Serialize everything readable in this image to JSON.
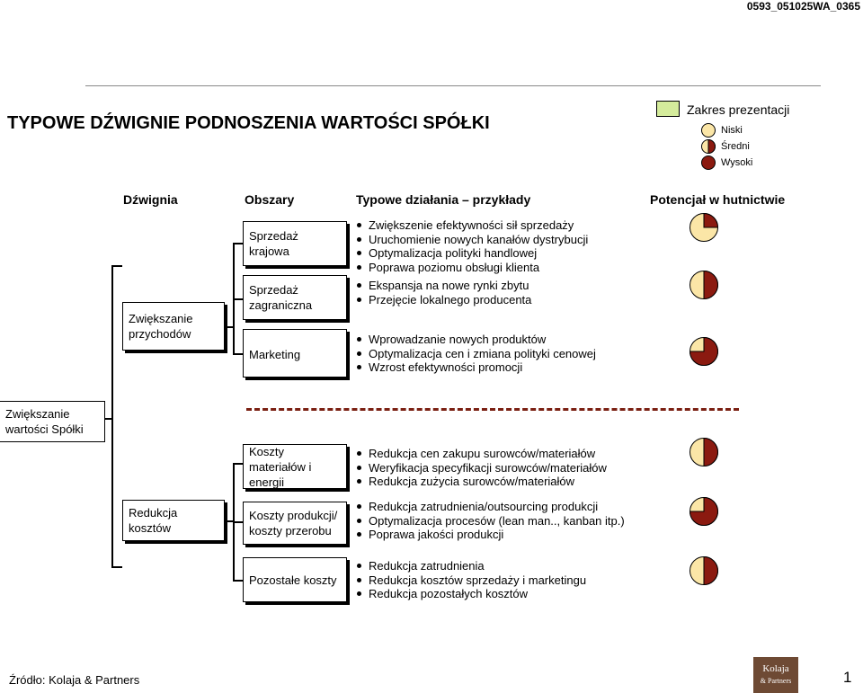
{
  "doc_id": "0593_051025WA_0365",
  "title": "TYPOWE DŹWIGNIE PODNOSZENIA WARTOŚCI SPÓŁKI",
  "legend": {
    "title": "Zakres prezentacji",
    "items": [
      {
        "label": "Niski",
        "fill": 0.0
      },
      {
        "label": "Średni",
        "fill": 0.5
      },
      {
        "label": "Wysoki",
        "fill": 1.0
      }
    ]
  },
  "colors": {
    "pale": "#fbe6a7",
    "dark": "#8b1a10",
    "green": "#d5ec9c",
    "dash": "#7a1f12"
  },
  "headers": {
    "lever": "Dźwignia",
    "areas": "Obszary",
    "actions": "Typowe działania – przykłady",
    "potential": "Potencjał w hutnictwie"
  },
  "root": "Zwiększanie wartości Spółki",
  "groups": {
    "revenue": "Zwiększanie przychodów",
    "cost": "Redukcja kosztów"
  },
  "areas": [
    {
      "label": "Sprzedaż krajowa",
      "actions": [
        "Zwiększenie efektywności sił sprzedaży",
        "Uruchomienie nowych kanałów dystrybucji",
        "Optymalizacja polityki handlowej",
        "Poprawa poziomu obsługi klienta"
      ],
      "potential": 0.25
    },
    {
      "label": "Sprzedaż zagraniczna",
      "actions": [
        "Ekspansja na nowe rynki zbytu",
        "Przejęcie lokalnego producenta"
      ],
      "potential": 0.5
    },
    {
      "label": "Marketing",
      "actions": [
        "Wprowadzanie nowych produktów",
        "Optymalizacja cen i zmiana polityki cenowej",
        "Wzrost efektywności promocji"
      ],
      "potential": 0.75
    },
    {
      "label": "Koszty materiałów i energii",
      "actions": [
        "Redukcja cen zakupu surowców/materiałów",
        "Weryfikacja specyfikacji surowców/materiałów",
        "Redukcja zużycia surowców/materiałów"
      ],
      "potential": 0.5
    },
    {
      "label": "Koszty produkcji/ koszty przerobu",
      "actions": [
        "Redukcja zatrudnienia/outsourcing produkcji",
        "Optymalizacja procesów (lean man.., kanban itp.)",
        "Poprawa jakości produkcji"
      ],
      "potential": 0.75
    },
    {
      "label": "Pozostałe koszty",
      "actions": [
        "Redukcja zatrudnienia",
        "Redukcja kosztów sprzedaży i marketingu",
        "Redukcja pozostałych kosztów"
      ],
      "potential": 0.5
    }
  ],
  "footer": {
    "source": "Źródło:  Kolaja & Partners",
    "logo_line1": "Kolaja",
    "logo_line2": "& Partners",
    "page": "1"
  }
}
